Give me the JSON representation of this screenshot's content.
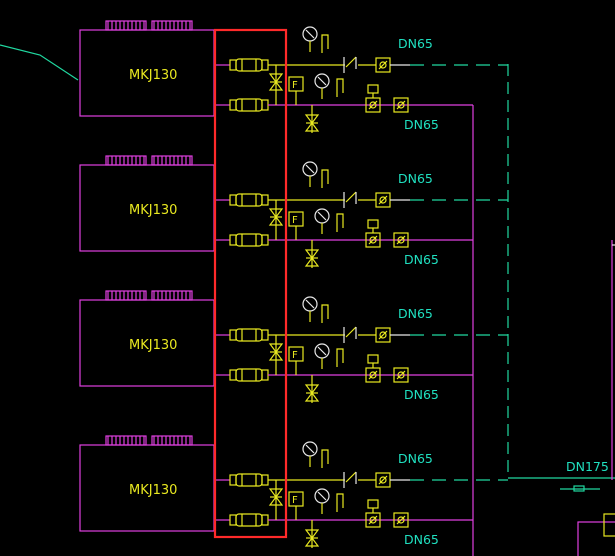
{
  "units": [
    {
      "label": "MKJ130",
      "supply_label": "DN65",
      "return_label": "DN65"
    },
    {
      "label": "MKJ130",
      "supply_label": "DN65",
      "return_label": "DN65"
    },
    {
      "label": "MKJ130",
      "supply_label": "DN65",
      "return_label": "DN65"
    },
    {
      "label": "MKJ130",
      "supply_label": "DN65",
      "return_label": "DN65"
    }
  ],
  "header_pipe": {
    "label": "DN175"
  },
  "valve_tag": "F",
  "highlight": {
    "color": "#ff2a2a"
  },
  "colors": {
    "equipment": "#e040e0",
    "fittings": "#e8e820",
    "supply_line": "#20d8a0",
    "labels": "#20e0c0"
  }
}
